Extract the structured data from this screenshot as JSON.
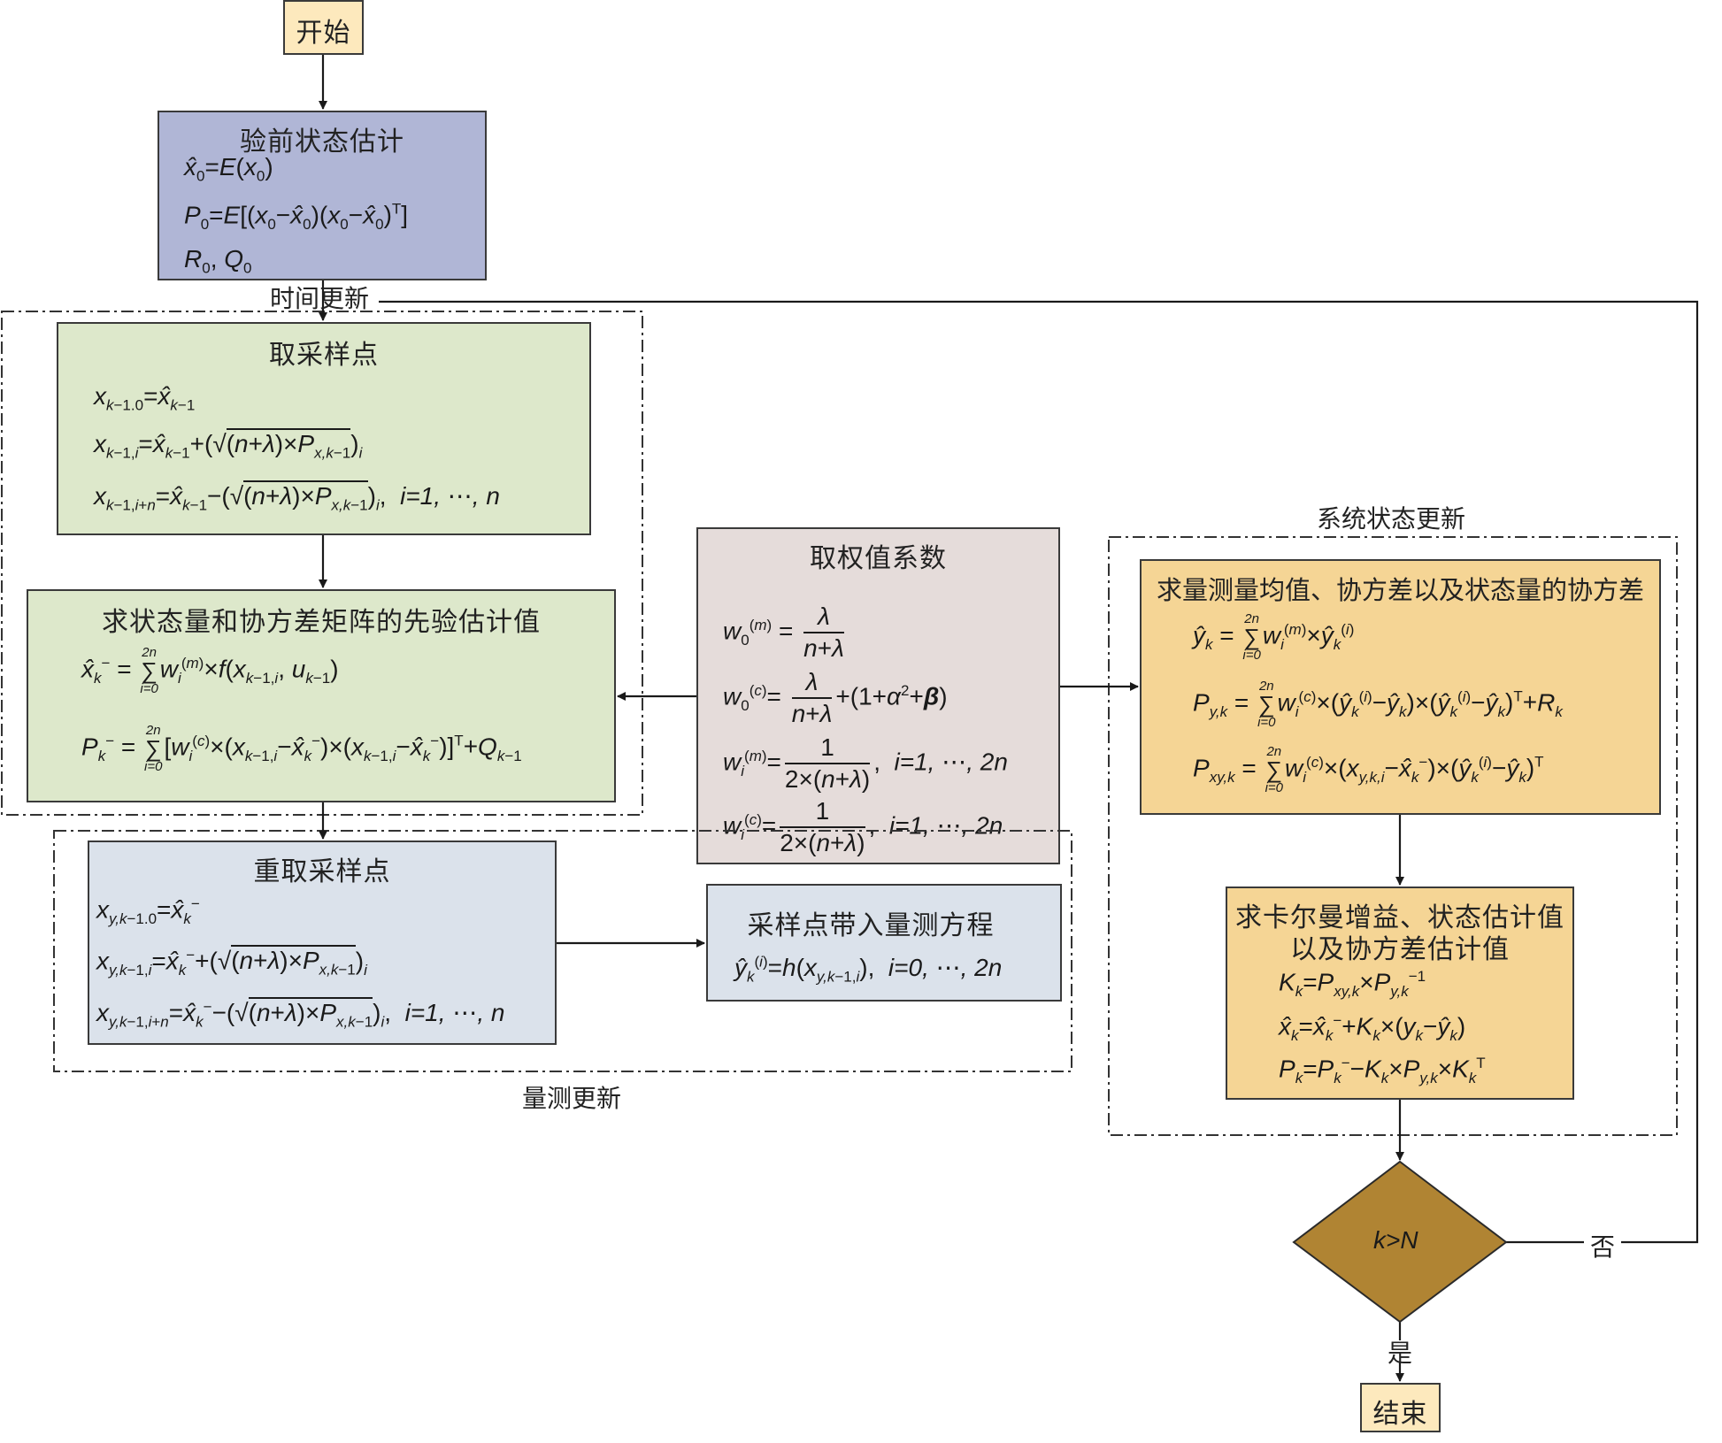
{
  "colors": {
    "start_end_fill": "#fde9bd",
    "prior_fill": "#b0b6d6",
    "time_update_fill": "#dde8cb",
    "measurement_fill": "#dbe2eb",
    "weights_fill": "#e5dcda",
    "system_update_fill": "#f5d595",
    "decision_fill": "#b08433",
    "line": "#1a1a1a"
  },
  "nodes": {
    "start": {
      "label": "开始"
    },
    "prior": {
      "title": "验前状态估计",
      "formulas": [
        "x̂0=E(x0)",
        "P0=E[(x0−x̂0)(x0−x̂0)ᵀ]",
        "R0, Q0"
      ]
    },
    "sampling": {
      "title": "取采样点",
      "formulas": [
        "x_{k−1.0}=x̂_{k−1}",
        "x_{k−1,i}=x̂_{k−1}+(√((n+λ)×P_{x,k−1}))_i",
        "x_{k−1,i+n}=x̂_{k−1}−(√((n+λ)×P_{x,k−1}))_i,  i=1, ⋯, n"
      ],
      "list_tail": "i=1, ⋯, n"
    },
    "prior_estimate": {
      "title": "求状态量和协方差矩阵的先验估计值",
      "formulas": [
        "x̂_k⁻ = Σ_{i=0}^{2n} w_i^(m)×f(x_{k−1,i}, u_{k−1})",
        "P_k⁻ = Σ_{i=0}^{2n} [w_i^(c)×(x_{k−1,i}−x̂_k⁻)×(x_{k−1,i}−x̂_k⁻)]ᵀ+Q_{k−1}"
      ]
    },
    "weights": {
      "title": "取权值系数",
      "formulas": [
        "w0^(m) = λ/(n+λ)",
        "w0^(c) = λ/(n+λ) +(1+α²+β)",
        "wi^(m) = 1/(2×(n+λ)),  i=1, ⋯, 2n",
        "wi^(c) = 1/(2×(n+λ)),  i=1, ⋯, 2n"
      ],
      "range": "i=1, ⋯, 2n"
    },
    "resample": {
      "title": "重取采样点",
      "formulas": [
        "x_{y,k−1.0}=x̂_k⁻",
        "x_{y,k−1,i}=x̂_k⁻+(√((n+λ)×P_{x,k−1}))_i",
        "x_{y,k−1,i+n}=x̂_k⁻−(√((n+λ)×P_{x,k−1}))_i,  i=1, ⋯, n"
      ],
      "list_tail": "i=1, ⋯, n"
    },
    "measurement_eq": {
      "title": "采样点带入量测方程",
      "formula": "ŷ_k^(i)=h(x_{y,k−1,i}),  i=0, ⋯, 2n",
      "range": "i=0, ⋯, 2n"
    },
    "measurement_stats": {
      "title": "求量测量均值、协方差以及状态量的协方差",
      "formulas": [
        "ŷ_k = Σ_{i=0}^{2n} w_i^(m)×ŷ_k^(i)",
        "P_{y,k} = Σ_{i=0}^{2n} w_i^(c)×(ŷ_k^(i)−ŷ_k)×(ŷ_k^(i)−ŷ_k)ᵀ+R_k",
        "P_{xy,k} = Σ_{i=0}^{2n} w_i^(c)×(x_{y,k,i}−x̂_k⁻)×(ŷ_k^(i)−ŷ_k)ᵀ"
      ]
    },
    "kalman": {
      "title_line1": "求卡尔曼增益、状态估计值",
      "title_line2": "以及协方差估计值",
      "formulas": [
        "K_k=P_{xy,k}×P_{y,k}⁻¹",
        "x̂_k=x̂_k⁻+K_k×(y_k−ŷ_k)",
        "P_k=P_k⁻−K_k×P_{y,k}×K_kᵀ"
      ]
    },
    "decision": {
      "label": "k>N"
    },
    "end": {
      "label": "结束"
    }
  },
  "region_labels": {
    "time_update": "时间更新",
    "measurement_update": "量测更新",
    "system_update": "系统状态更新"
  },
  "edge_labels": {
    "no": "否",
    "yes": "是"
  },
  "sum_limits": {
    "upper": "2n",
    "lower": "i=0"
  },
  "sym": {
    "sum": "∑",
    "times": "×",
    "minus": "−",
    "plus": "+",
    "eq": "=",
    "lambda": "λ",
    "alpha": "α",
    "beta": "β",
    "one": "1",
    "two": "2",
    "n": "n",
    "comma_space": ", "
  }
}
